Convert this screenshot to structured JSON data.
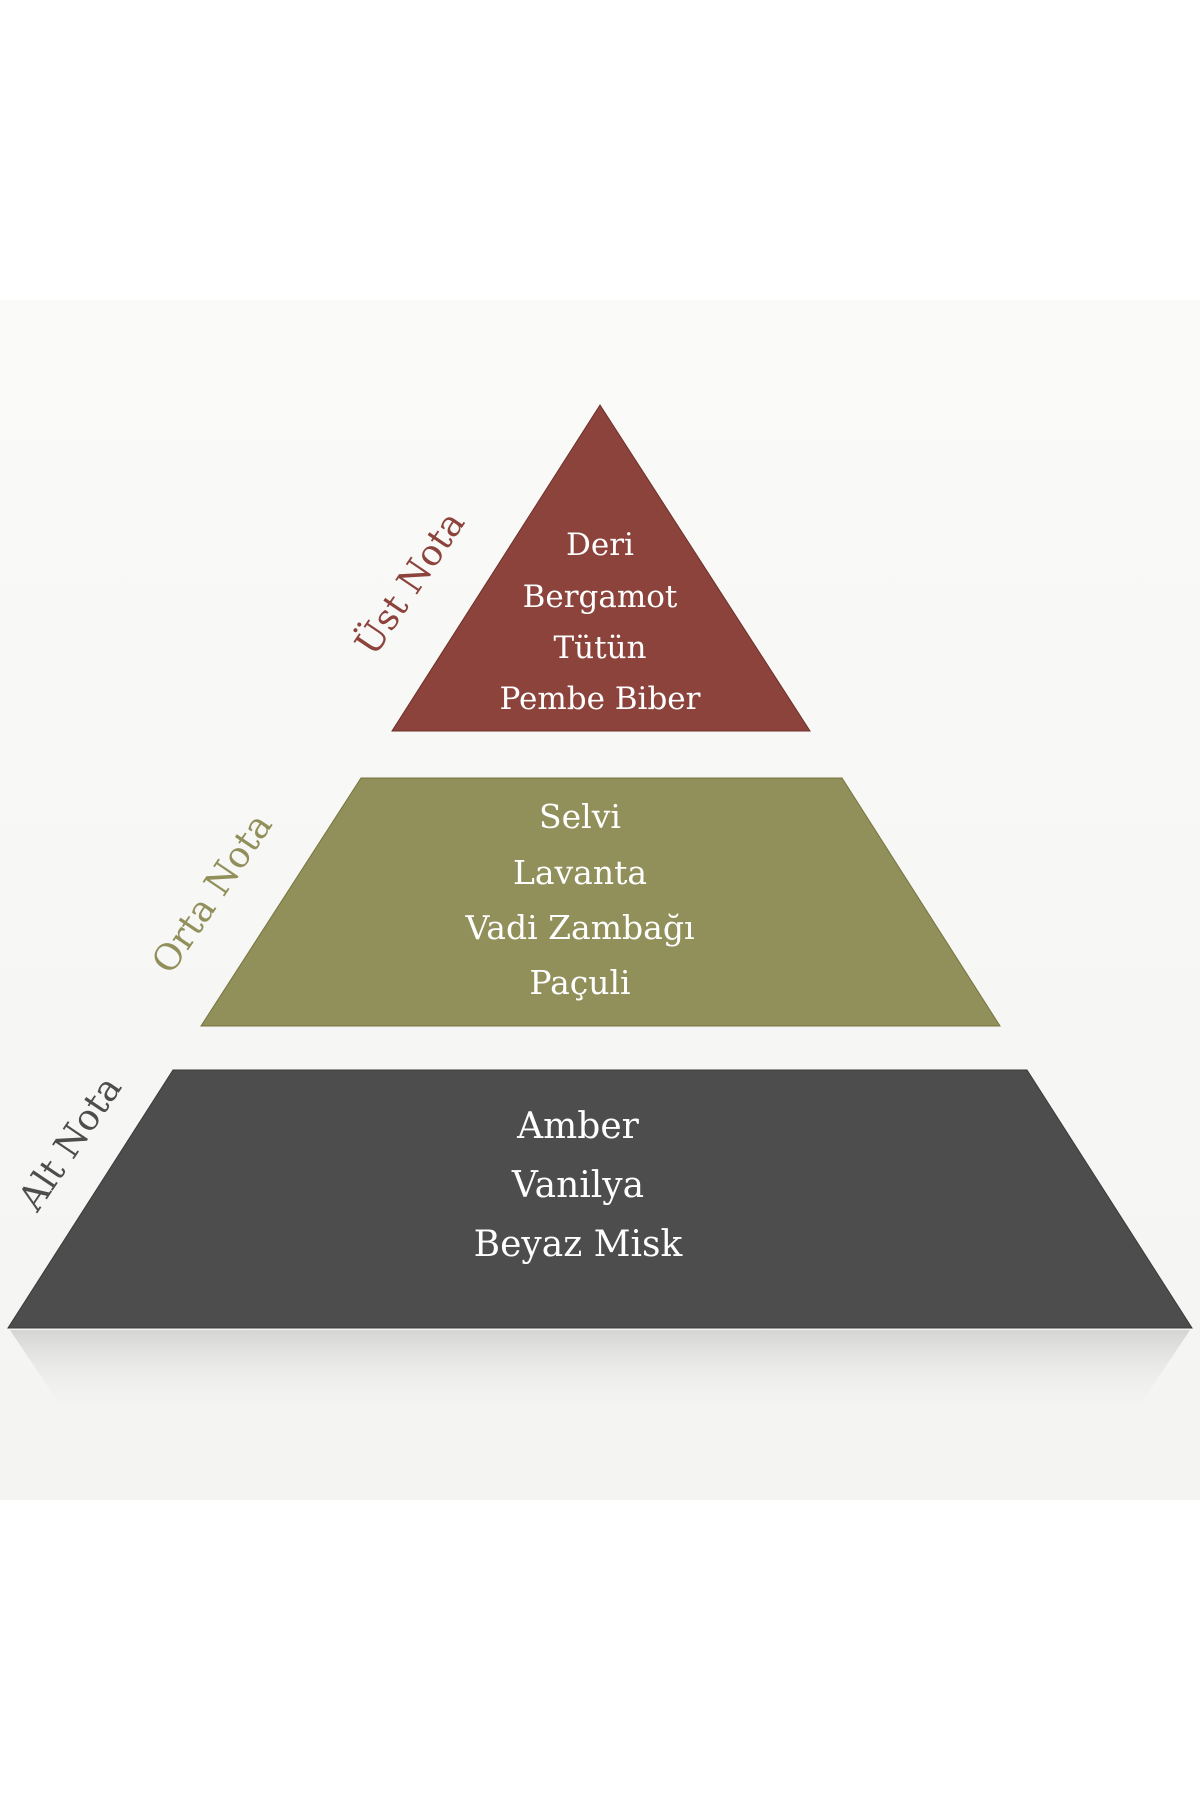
{
  "pyramid": {
    "tiers": [
      {
        "label": "Üst Nota",
        "color": "#8B433B",
        "notes": [
          "Deri",
          "Bergamot",
          "Tütün",
          "Pembe Biber"
        ]
      },
      {
        "label": "Orta Nota",
        "color": "#918F5A",
        "notes": [
          "Selvi",
          "Lavanta",
          "Vadi Zambağı",
          "Paçuli"
        ]
      },
      {
        "label": "Alt Nota",
        "color": "#4D4D4D",
        "notes": [
          "Amber",
          "Vanilya",
          "Beyaz Misk"
        ]
      }
    ]
  }
}
